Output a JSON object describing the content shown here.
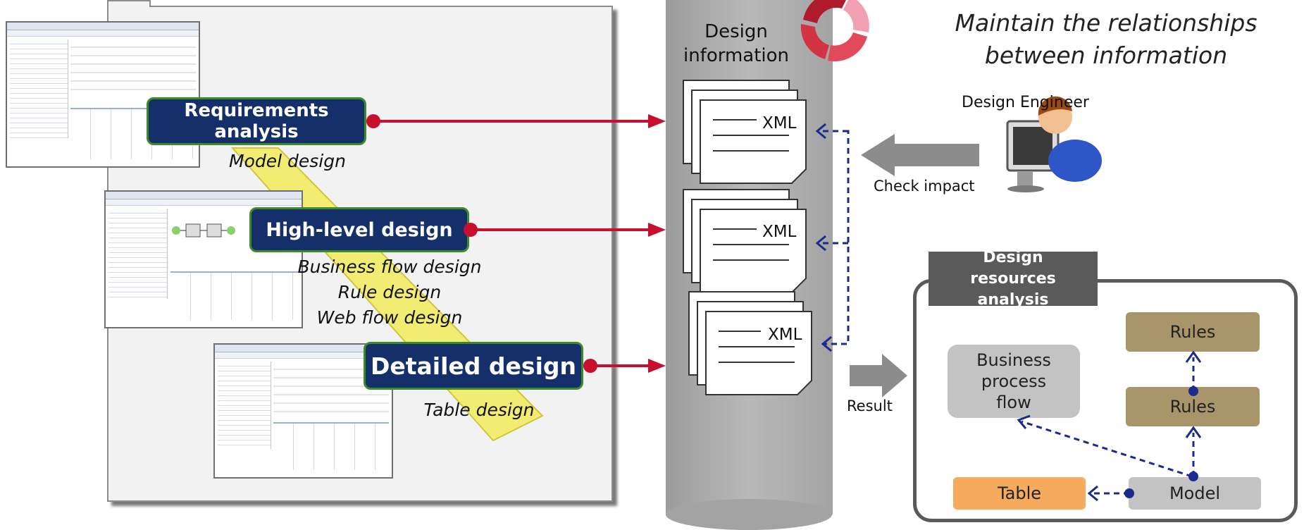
{
  "phases": [
    {
      "name": "Requirements analysis",
      "activities": [
        "Model design"
      ]
    },
    {
      "name": "High-level design",
      "activities": [
        "Business flow design",
        "Rule design",
        "Web flow design"
      ]
    },
    {
      "name": "Detailed design",
      "activities": [
        "Table design"
      ]
    }
  ],
  "repository": {
    "label_line1": "Design",
    "label_line2": "information",
    "documents": [
      "XML",
      "XML",
      "XML"
    ]
  },
  "header": {
    "line1": "Maintain the relationships",
    "line2": "between information"
  },
  "engineer": {
    "role": "Design Engineer",
    "action": "Check impact"
  },
  "result_label": "Result",
  "analysis": {
    "title": "Design resources analysis",
    "nodes": {
      "business_process_flow": "Business process flow",
      "rules_top": "Rules",
      "rules_mid": "Rules",
      "table": "Table",
      "model": "Model"
    }
  },
  "colors": {
    "phase_fill": "#152f6b",
    "phase_border": "#3f8a28",
    "flow_arrow": "#c8102e",
    "link_arrow": "#1c2a8c",
    "rules_fill": "#a8956a",
    "table_fill": "#f6aa5e",
    "gray_node": "#c3c3c3"
  }
}
